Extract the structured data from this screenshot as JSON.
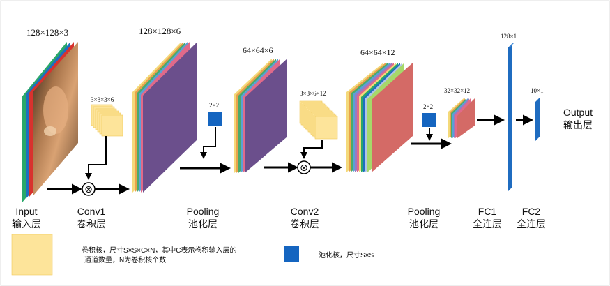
{
  "colors": {
    "frame": "#dcdcdc",
    "kernel": "#fde49a",
    "kernel_edge": "#f0c85a",
    "pool": "#1565c0",
    "fc": "#1f6cc0",
    "arrow": "#000000",
    "purple": "#6b4f8c",
    "salmon": "#d46a66",
    "layer_stack": [
      "#f4d97a",
      "#e8a24c",
      "#4aaa6a",
      "#5ba0d6",
      "#9a7ac0",
      "#e06a8a"
    ]
  },
  "dimensions": {
    "input": "128×128×3",
    "kernel1": "3×3×3×6",
    "conv1_out": "128×128×6",
    "pool1": "2×2",
    "pool1_out": "64×64×6",
    "kernel2": "3×3×6×12",
    "conv2_out": "64×64×12",
    "pool2": "2×2",
    "pool2_out": "32×32×12",
    "fc1": "128×1",
    "fc2": "10×1"
  },
  "stages": {
    "input": {
      "en": "Input",
      "zh": "输入层"
    },
    "conv1": {
      "en": "Conv1",
      "zh": "卷积层"
    },
    "pool1": {
      "en": "Pooling",
      "zh": "池化层"
    },
    "conv2": {
      "en": "Conv2",
      "zh": "卷积层"
    },
    "pool2": {
      "en": "Pooling",
      "zh": "池化层"
    },
    "fc1": {
      "en": "FC1",
      "zh": "全连层"
    },
    "fc2": {
      "en": "FC2",
      "zh": "全连层"
    },
    "output": {
      "en": "Output",
      "zh": "输出层"
    }
  },
  "legend": {
    "kernel_line1": "卷积核，尺寸S×S×C×N，其中C表示卷积输入层的",
    "kernel_line2": "通道数量，N为卷积核个数",
    "pool": "池化核，尺寸S×S"
  },
  "operators": {
    "conv": "⊗"
  }
}
